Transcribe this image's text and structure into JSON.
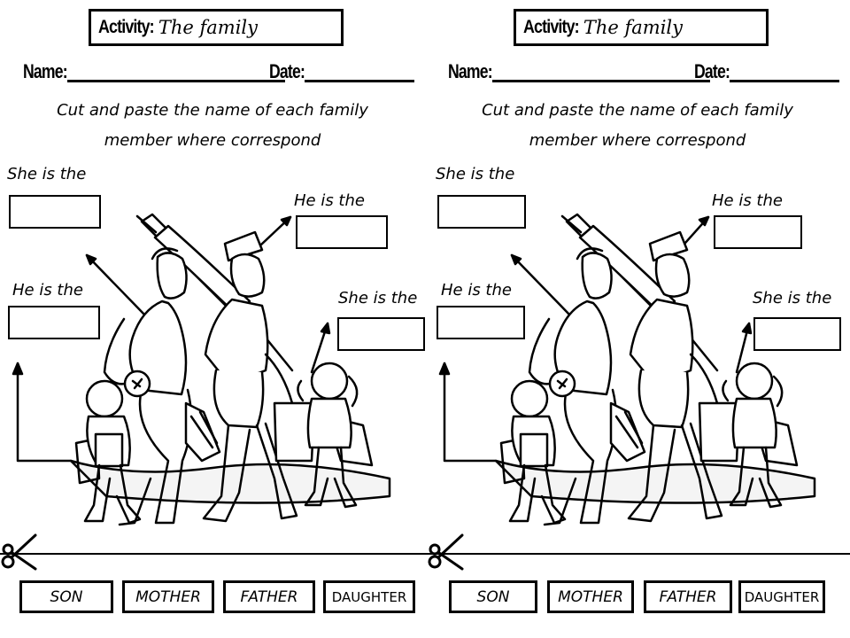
{
  "worksheet": {
    "title_label": "Activity:",
    "title_value": "The family",
    "name_label": "Name:",
    "date_label": "Date:",
    "instruction_line1": "Cut and paste the name of each family",
    "instruction_line2": "member where correspond",
    "prompts": {
      "daughter_top": "She is the",
      "father_top": "He is the",
      "son_left": "He is the",
      "girl_right": "She is the"
    },
    "word_cards": [
      "SON",
      "MOTHER",
      "FATHER",
      "DAUGHTER"
    ]
  }
}
